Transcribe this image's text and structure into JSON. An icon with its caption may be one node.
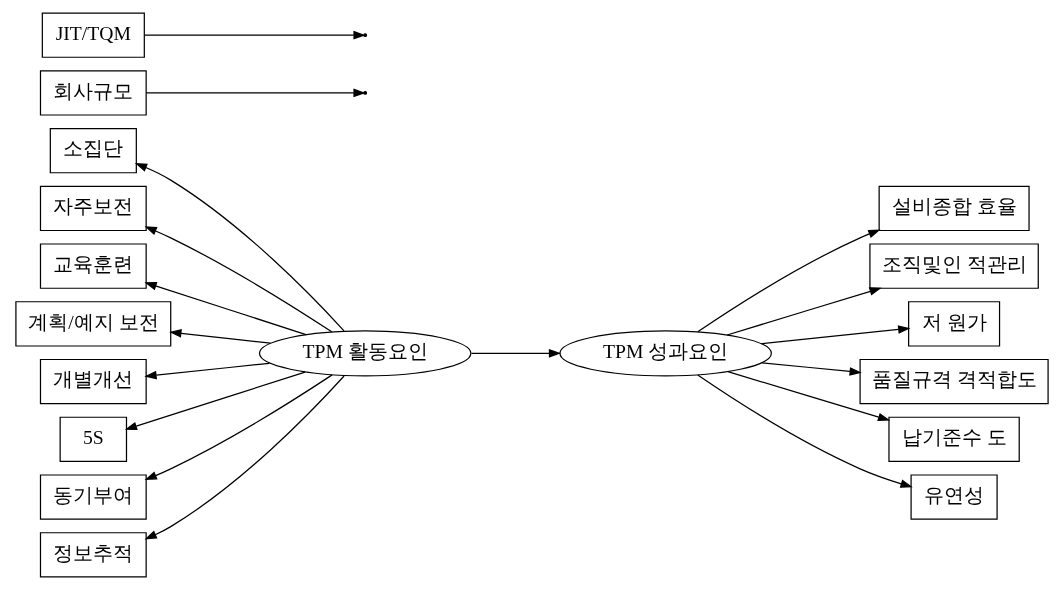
{
  "diagram": {
    "nodes": [
      {
        "text": [
          "TPM 활동요인"
        ]
      },
      {
        "text": [
          "소집단"
        ]
      },
      {
        "text": [
          "자주보전"
        ]
      },
      {
        "text": [
          "교육훈련"
        ]
      },
      {
        "text": [
          "계획/예지 보전"
        ]
      },
      {
        "text": [
          "개별개선"
        ]
      },
      {
        "text": [
          "5S"
        ]
      },
      {
        "text": [
          "동기부여"
        ]
      },
      {
        "text": [
          "정보추적"
        ]
      },
      {
        "text": [
          "회사규모"
        ]
      },
      {
        "text": [
          "JIT/TQM"
        ]
      },
      {
        "text": [
          "TPM 성과요인"
        ]
      },
      {
        "text": [
          "설비종합 효율"
        ]
      },
      {
        "text": [
          "조직및인 적관리"
        ]
      },
      {
        "text": [
          "저 원가"
        ]
      },
      {
        "text": [
          "품질규격 격적합도"
        ]
      },
      {
        "text": [
          "납기준수 도"
        ]
      },
      {
        "text": [
          "유연성"
        ]
      }
    ],
    "edges": [
      {
        "from": 0,
        "to": 1,
        "arrow": "to"
      },
      {
        "from": 0,
        "to": 2,
        "arrow": "to"
      },
      {
        "from": 0,
        "to": 3,
        "arrow": "to"
      },
      {
        "from": 0,
        "to": 4,
        "arrow": "to"
      },
      {
        "from": 0,
        "to": 5,
        "arrow": "to"
      },
      {
        "from": 0,
        "to": 6,
        "arrow": "to"
      },
      {
        "from": 0,
        "to": 7,
        "arrow": "to"
      },
      {
        "from": 0,
        "to": 8,
        "arrow": "to"
      },
      {
        "from": 0,
        "to": 11,
        "arrow": "to"
      },
      {
        "from": 9,
        "to": null,
        "arrow": "to"
      },
      {
        "from": 10,
        "to": null,
        "arrow": "to"
      },
      {
        "from": 11,
        "to": 12,
        "arrow": "to"
      },
      {
        "from": 11,
        "to": 13,
        "arrow": "to"
      },
      {
        "from": 11,
        "to": 14,
        "arrow": "to"
      },
      {
        "from": 11,
        "to": 15,
        "arrow": "to"
      },
      {
        "from": 11,
        "to": 16,
        "arrow": "to"
      },
      {
        "from": 11,
        "to": 17,
        "arrow": "to"
      }
    ]
  }
}
